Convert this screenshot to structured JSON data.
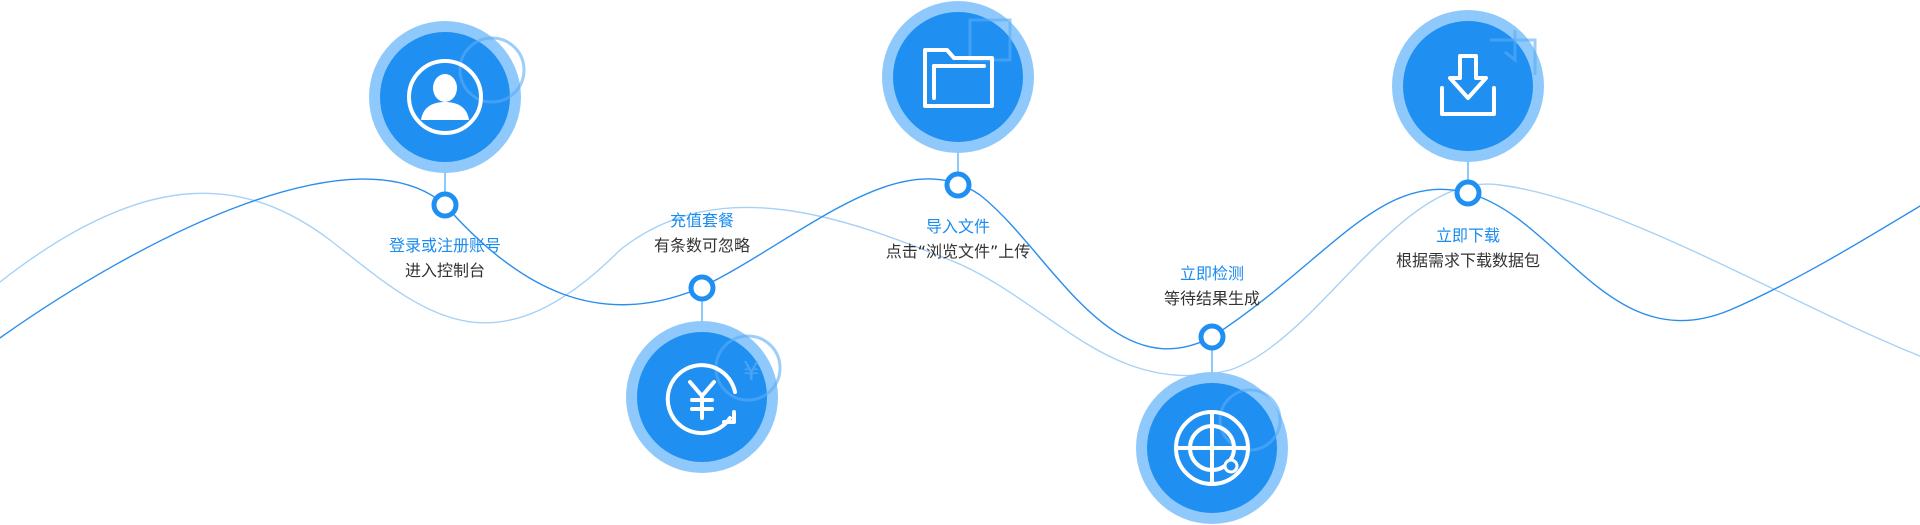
{
  "colors": {
    "primary": "#1f8ff2",
    "primary_light": "#8fc9fb",
    "title_text": "#1a8cf0",
    "desc_text": "#333333",
    "wave_dark": "#2a8eee",
    "wave_light": "#a6d2f7"
  },
  "steps": [
    {
      "title": "登录或注册账号",
      "desc": "进入控制台",
      "icon": "user-icon"
    },
    {
      "title": "充值套餐",
      "desc": "有条数可忽略",
      "icon": "yuan-refresh-icon"
    },
    {
      "title": "导入文件",
      "desc": "点击“浏览文件”上传",
      "icon": "folder-icon"
    },
    {
      "title": "立即检测",
      "desc": "等待结果生成",
      "icon": "radar-icon"
    },
    {
      "title": "立即下载",
      "desc": "根据需求下载数据包",
      "icon": "download-icon"
    }
  ]
}
